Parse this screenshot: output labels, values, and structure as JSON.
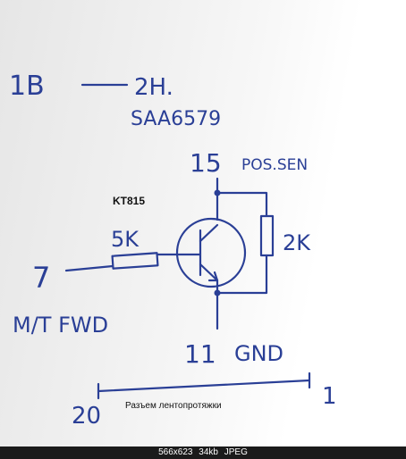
{
  "title_line": {
    "left": "1B",
    "right": "2H."
  },
  "chip": "SAA6579",
  "pin15": {
    "number": "15",
    "label": "POS.SEN"
  },
  "transistor_label": "KT815",
  "resistor_left": "5K",
  "resistor_right": "2K",
  "pin7": {
    "number": "7",
    "label": "M/T FWD"
  },
  "pin11": {
    "number": "11",
    "label": "GND"
  },
  "connector": {
    "left": "20",
    "right": "1",
    "caption": "Разъем лентопротяжки"
  },
  "status_bar": {
    "dimensions": "566x623",
    "size": "34kb",
    "format": "JPEG"
  },
  "colors": {
    "ink": "#2a3f96",
    "status_bg": "#1b1b1b"
  }
}
